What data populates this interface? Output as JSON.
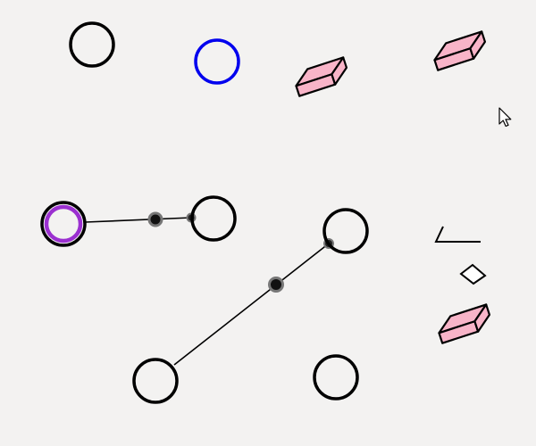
{
  "colors": {
    "background": "#f3f2f1",
    "node_stroke": "#000000",
    "selected_node_stroke": "#0000ee",
    "active_node_outer": "#000000",
    "active_node_inner": "#9b30d0",
    "eraser_fill": "#f8b4c8",
    "handle_fill": "#111111",
    "handle_ring": "#777777"
  },
  "icons": {
    "eraser_tool": "eraser-icon",
    "cursor": "mouse-pointer-icon",
    "angle_tool": "angle-icon",
    "diamond_tool": "diamond-icon"
  },
  "nodes": [
    {
      "id": "node-1",
      "state": "default"
    },
    {
      "id": "node-2",
      "state": "selected"
    },
    {
      "id": "node-3",
      "state": "active"
    },
    {
      "id": "node-4",
      "state": "default"
    },
    {
      "id": "node-5",
      "state": "default"
    },
    {
      "id": "node-6",
      "state": "default"
    },
    {
      "id": "node-7",
      "state": "default"
    }
  ],
  "edges": [
    {
      "from": "node-3",
      "to": "node-4"
    },
    {
      "from": "node-6",
      "to": "node-5"
    }
  ]
}
